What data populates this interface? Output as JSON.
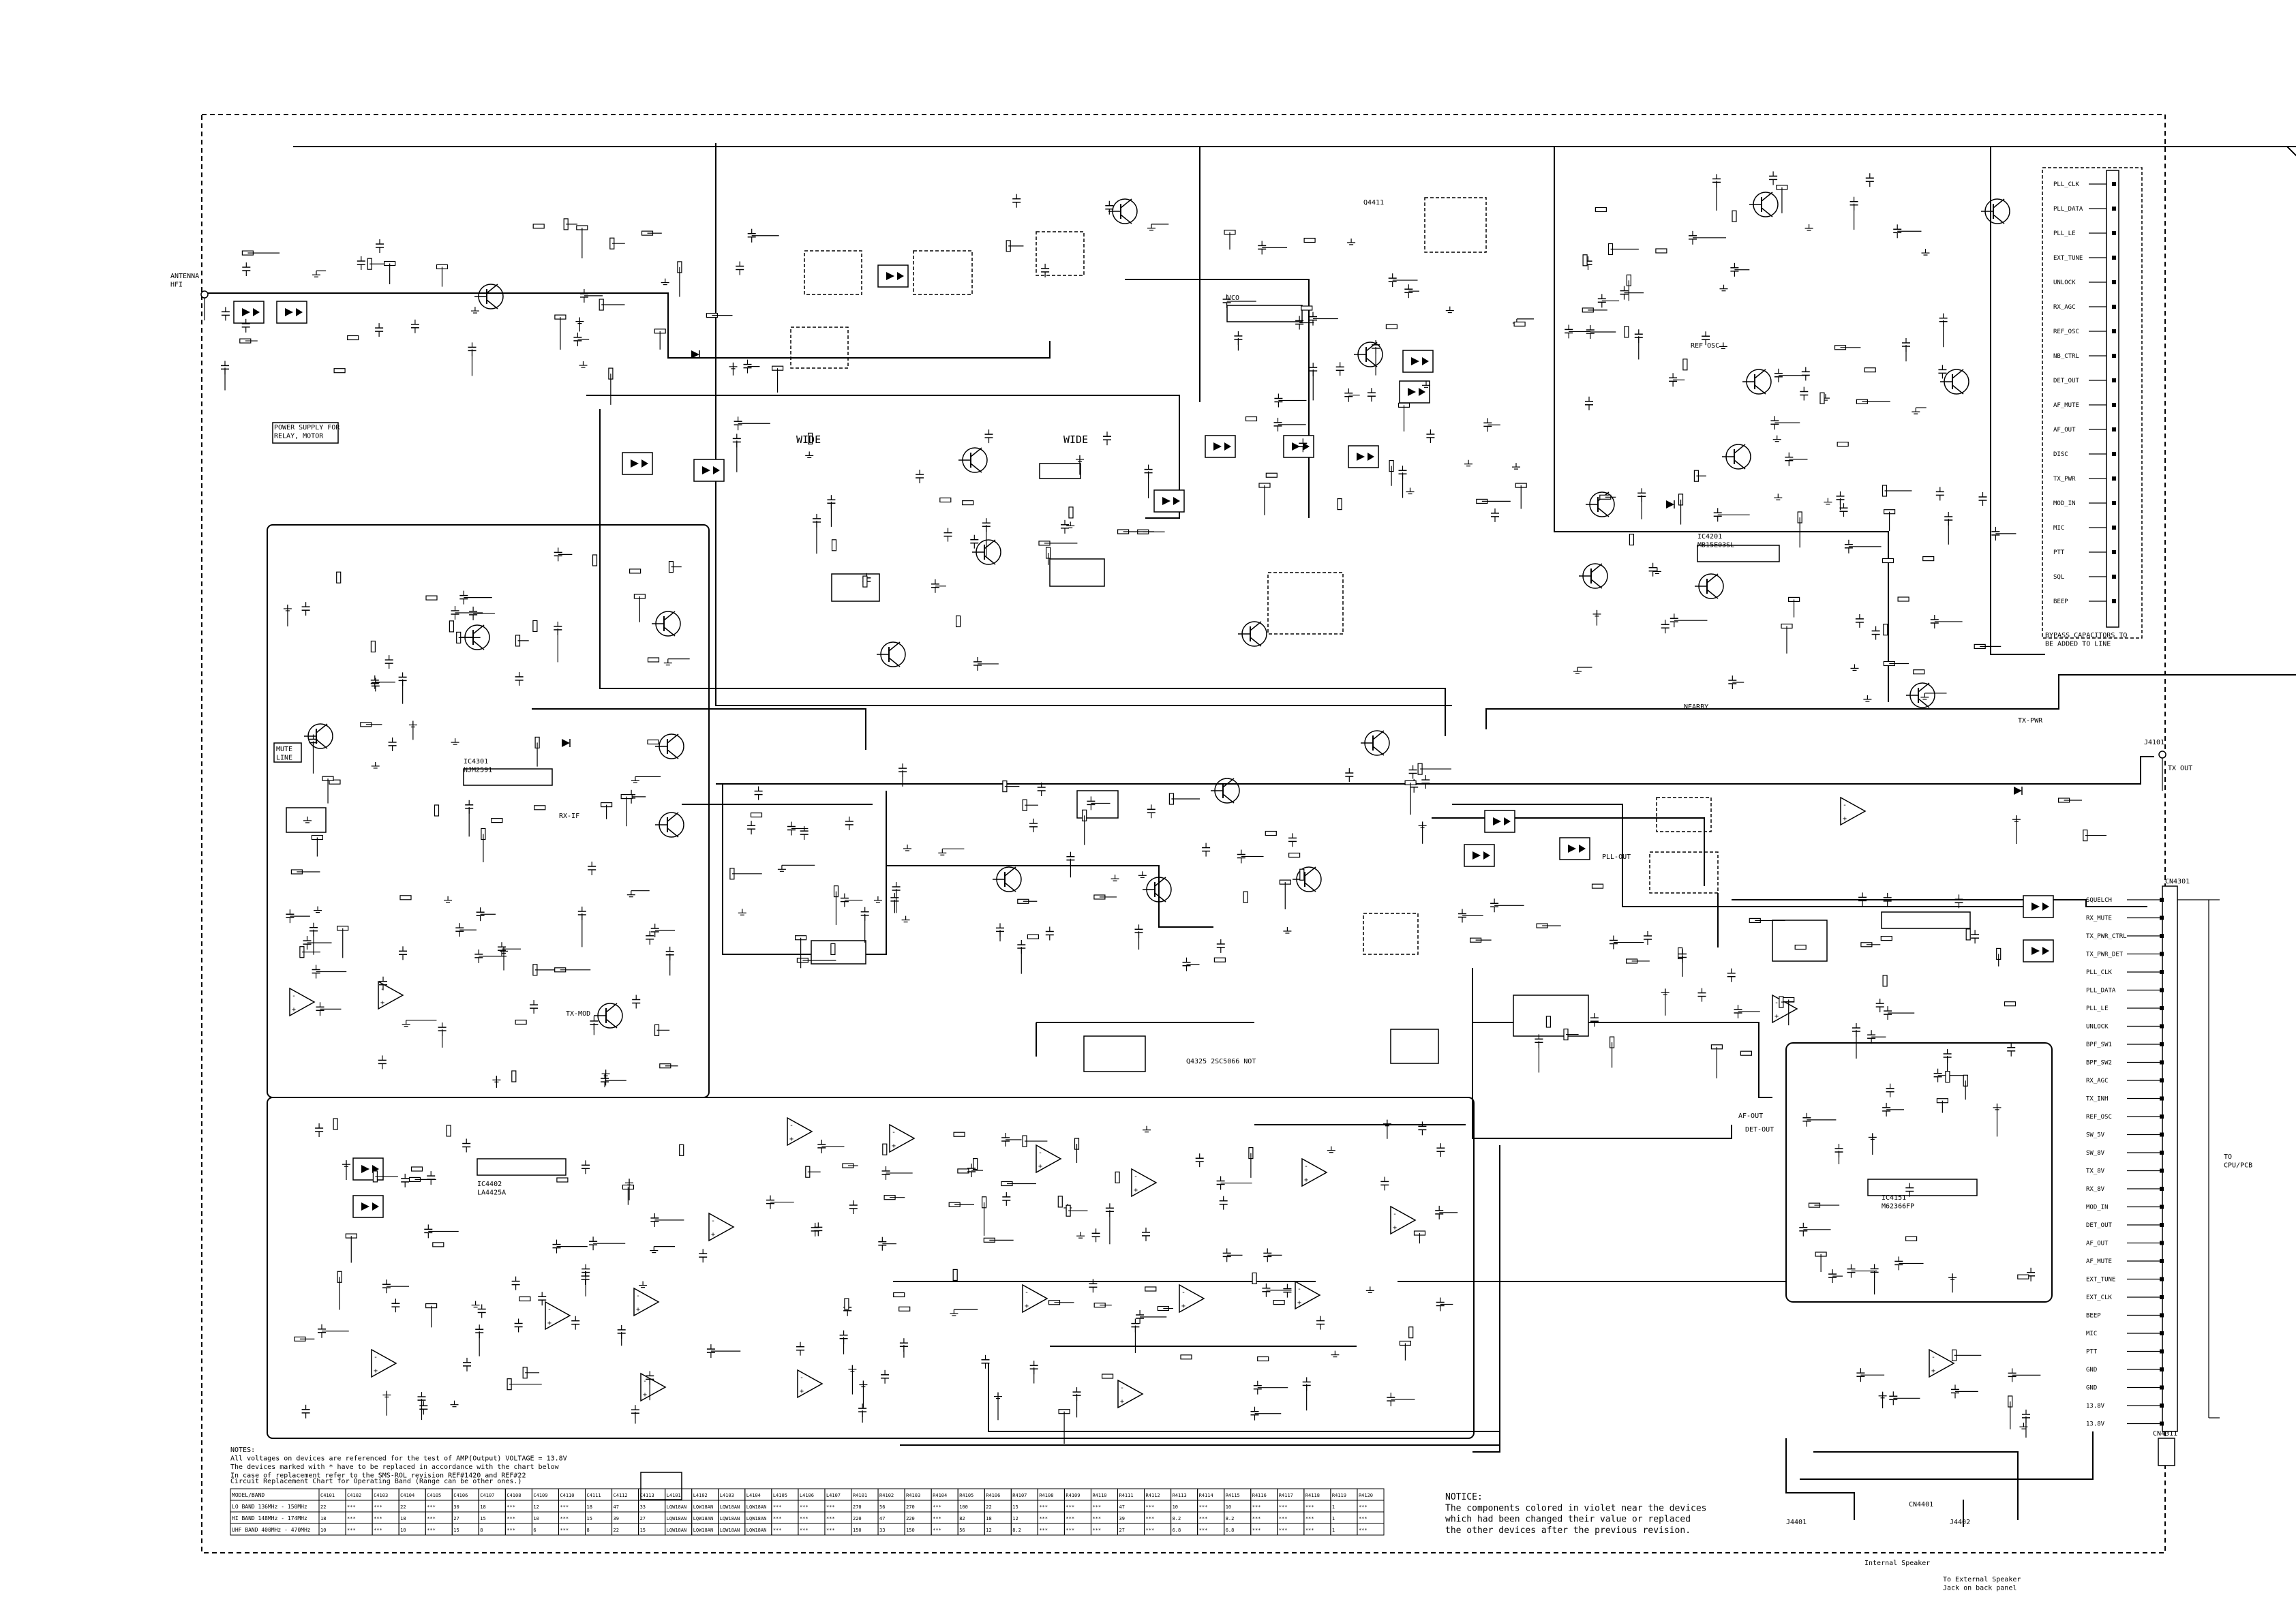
{
  "connectors": {
    "antenna": "ANTENNA\nHFI",
    "tx_out_label": "TX OUT",
    "tx_out_ref": "J4101",
    "main_connector_ref": "CN4301",
    "main_connector_label": "TO\nCPU/PCB",
    "power_connector": "CN4311",
    "speaker_connector": "CN4401",
    "right_conn_a": "J4401",
    "right_conn_b": "J4402",
    "int_speaker_label": "Internal Speaker",
    "ext_speaker_label": "To External Speaker\nJack on back panel"
  },
  "labels": {
    "power_supply_box": "POWER SUPPLY FOR\nRELAY, MOTOR",
    "wide": "WIDE",
    "mute_box": "MUTE\nLINE",
    "vco_label": "VCO",
    "vcxo_label": "Q4411",
    "ref_osc": "REF OSC",
    "pll_ic": "IC4201\nMB15E03SL",
    "if_ic": "IC4301\nNJM2591",
    "audio_ic": "IC4402\nLA4425A",
    "dsp_ic": "IC4151\nM62366FP",
    "nearby_tag": "NEARBY",
    "buffer_note": "Q4325 2SC5066 NOT",
    "bypass_note": "BYPASS CAPACITORS TO\nBE ADDED TO LINE"
  },
  "connector_pins": [
    "SQUELCH",
    "RX_MUTE",
    "TX_PWR_CTRL",
    "TX_PWR_DET",
    "PLL_CLK",
    "PLL_DATA",
    "PLL_LE",
    "UNLOCK",
    "BPF_SW1",
    "BPF_SW2",
    "RX_AGC",
    "TX_INH",
    "REF_OSC",
    "SW_5V",
    "SW_8V",
    "TX_8V",
    "RX_8V",
    "MOD_IN",
    "DET_OUT",
    "AF_OUT",
    "AF_MUTE",
    "EXT_TUNE",
    "EXT_CLK",
    "BEEP",
    "MIC",
    "PTT",
    "GND",
    "GND",
    "13.8V",
    "13.8V"
  ],
  "side_connector_pins": [
    "PLL_CLK",
    "PLL_DATA",
    "PLL_LE",
    "EXT_TUNE",
    "UNLOCK",
    "RX_AGC",
    "REF_OSC",
    "NB_CTRL",
    "DET_OUT",
    "AF_MUTE",
    "AF_OUT",
    "DISC",
    "TX_PWR",
    "MOD_IN",
    "MIC",
    "PTT",
    "SQL",
    "BEEP"
  ],
  "notes": {
    "bottom_left": "NOTES:\nAll voltages on devices are referenced for the test of AMP(Output) VOLTAGE = 13.8V\nThe devices marked with * have to be replaced in accordance with the chart below\nIn case of replacement refer to the SMS-ROL revision REF#1420 and REF#22",
    "bottom_right": "NOTICE:\nThe components colored in violet near the devices\nwhich had been changed their value or replaced\nthe other devices after the previous revision."
  },
  "legend": {
    "caption": "Circuit Replacement Chart for Operating Band (Range can be other ones.)",
    "header": [
      "MODEL/BAND",
      "C4101",
      "C4102",
      "C4103",
      "C4104",
      "C4105",
      "C4106",
      "C4107",
      "C4108",
      "C4109",
      "C4110",
      "C4111",
      "C4112",
      "C4113",
      "L4101",
      "L4102",
      "L4103",
      "L4104",
      "L4105",
      "L4106",
      "L4107",
      "R4101",
      "R4102",
      "R4103",
      "R4104",
      "R4105",
      "R4106",
      "R4107",
      "R4108",
      "R4109",
      "R4110",
      "R4111",
      "R4112",
      "R4113",
      "R4114",
      "R4115",
      "R4116",
      "R4117",
      "R4118",
      "R4119",
      "R4120"
    ],
    "rows": [
      [
        "LO BAND 136MHz - 150MHz",
        "22",
        "***",
        "***",
        "22",
        "***",
        "30",
        "18",
        "***",
        "12",
        "***",
        "18",
        "47",
        "33",
        "LQW18AN",
        "LQW18AN",
        "LQW18AN",
        "LQW18AN",
        "***",
        "***",
        "***",
        "270",
        "56",
        "270",
        "***",
        "100",
        "22",
        "15",
        "***",
        "***",
        "***",
        "47",
        "***",
        "10",
        "***",
        "10",
        "***",
        "***",
        "***",
        "1",
        "***"
      ],
      [
        "HI BAND 148MHz - 174MHz",
        "18",
        "***",
        "***",
        "18",
        "***",
        "27",
        "15",
        "***",
        "10",
        "***",
        "15",
        "39",
        "27",
        "LQW18AN",
        "LQW18AN",
        "LQW18AN",
        "LQW18AN",
        "***",
        "***",
        "***",
        "220",
        "47",
        "220",
        "***",
        "82",
        "18",
        "12",
        "***",
        "***",
        "***",
        "39",
        "***",
        "8.2",
        "***",
        "8.2",
        "***",
        "***",
        "***",
        "1",
        "***"
      ],
      [
        "UHF BAND 400MHz - 470MHz",
        "10",
        "***",
        "***",
        "10",
        "***",
        "15",
        "8",
        "***",
        "6",
        "***",
        "8",
        "22",
        "15",
        "LQW18AN",
        "LQW18AN",
        "LQW18AN",
        "LQW18AN",
        "***",
        "***",
        "***",
        "150",
        "33",
        "150",
        "***",
        "56",
        "12",
        "8.2",
        "***",
        "***",
        "***",
        "27",
        "***",
        "6.8",
        "***",
        "6.8",
        "***",
        "***",
        "***",
        "1",
        "***"
      ]
    ]
  },
  "flags": {
    "flag_a": "RX-IF",
    "flag_b": "TX-MOD",
    "flag_c": "AF-OUT",
    "flag_d": "DET-OUT",
    "flag_e": "TX-PWR",
    "flag_f": "PLL-OUT"
  }
}
